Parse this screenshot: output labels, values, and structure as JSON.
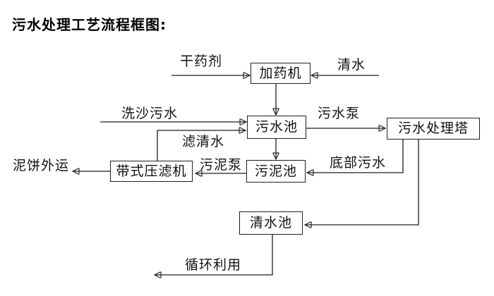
{
  "title": "污水处理工艺流程框图:",
  "colors": {
    "background": "#ffffff",
    "line": "#1f1f1f",
    "text": "#111111"
  },
  "nodes": [
    {
      "id": "dosing-machine",
      "label": "加药机"
    },
    {
      "id": "sewage-pool",
      "label": "污水池"
    },
    {
      "id": "sewage-treatment-tower",
      "label": "污水处理塔"
    },
    {
      "id": "sludge-pool",
      "label": "污泥池"
    },
    {
      "id": "belt-filter-press",
      "label": "带式压滤机"
    },
    {
      "id": "clean-water-pool",
      "label": "清水池"
    }
  ],
  "edge_labels": [
    {
      "id": "dry-chemical",
      "label": "干药剂"
    },
    {
      "id": "clean-water",
      "label": "清水"
    },
    {
      "id": "sand-washing-sewage",
      "label": "洗沙污水"
    },
    {
      "id": "sewage-pump",
      "label": "污水泵"
    },
    {
      "id": "filtered-water",
      "label": "滤清水"
    },
    {
      "id": "sludge-pump",
      "label": "污泥泵"
    },
    {
      "id": "bottom-sewage",
      "label": "底部污水"
    },
    {
      "id": "mud-cake-out",
      "label": "泥饼外运"
    },
    {
      "id": "recycle",
      "label": "循环利用"
    }
  ],
  "edges": [
    {
      "from": "external",
      "to": "dosing-machine",
      "label": "干药剂"
    },
    {
      "from": "external",
      "to": "dosing-machine",
      "label": "清水"
    },
    {
      "from": "dosing-machine",
      "to": "sewage-pool",
      "label": ""
    },
    {
      "from": "external",
      "to": "sewage-pool",
      "label": "洗沙污水"
    },
    {
      "from": "belt-filter-press",
      "to": "sewage-pool",
      "label": "滤清水"
    },
    {
      "from": "sewage-pool",
      "to": "sewage-treatment-tower",
      "label": "污水泵"
    },
    {
      "from": "sewage-pool",
      "to": "sludge-pool",
      "label": ""
    },
    {
      "from": "sewage-treatment-tower",
      "to": "sludge-pool",
      "label": "底部污水"
    },
    {
      "from": "sludge-pool",
      "to": "belt-filter-press",
      "label": "污泥泵"
    },
    {
      "from": "belt-filter-press",
      "to": "external",
      "label": "泥饼外运"
    },
    {
      "from": "sewage-treatment-tower",
      "to": "clean-water-pool",
      "label": ""
    },
    {
      "from": "clean-water-pool",
      "to": "external",
      "label": "循环利用"
    }
  ]
}
